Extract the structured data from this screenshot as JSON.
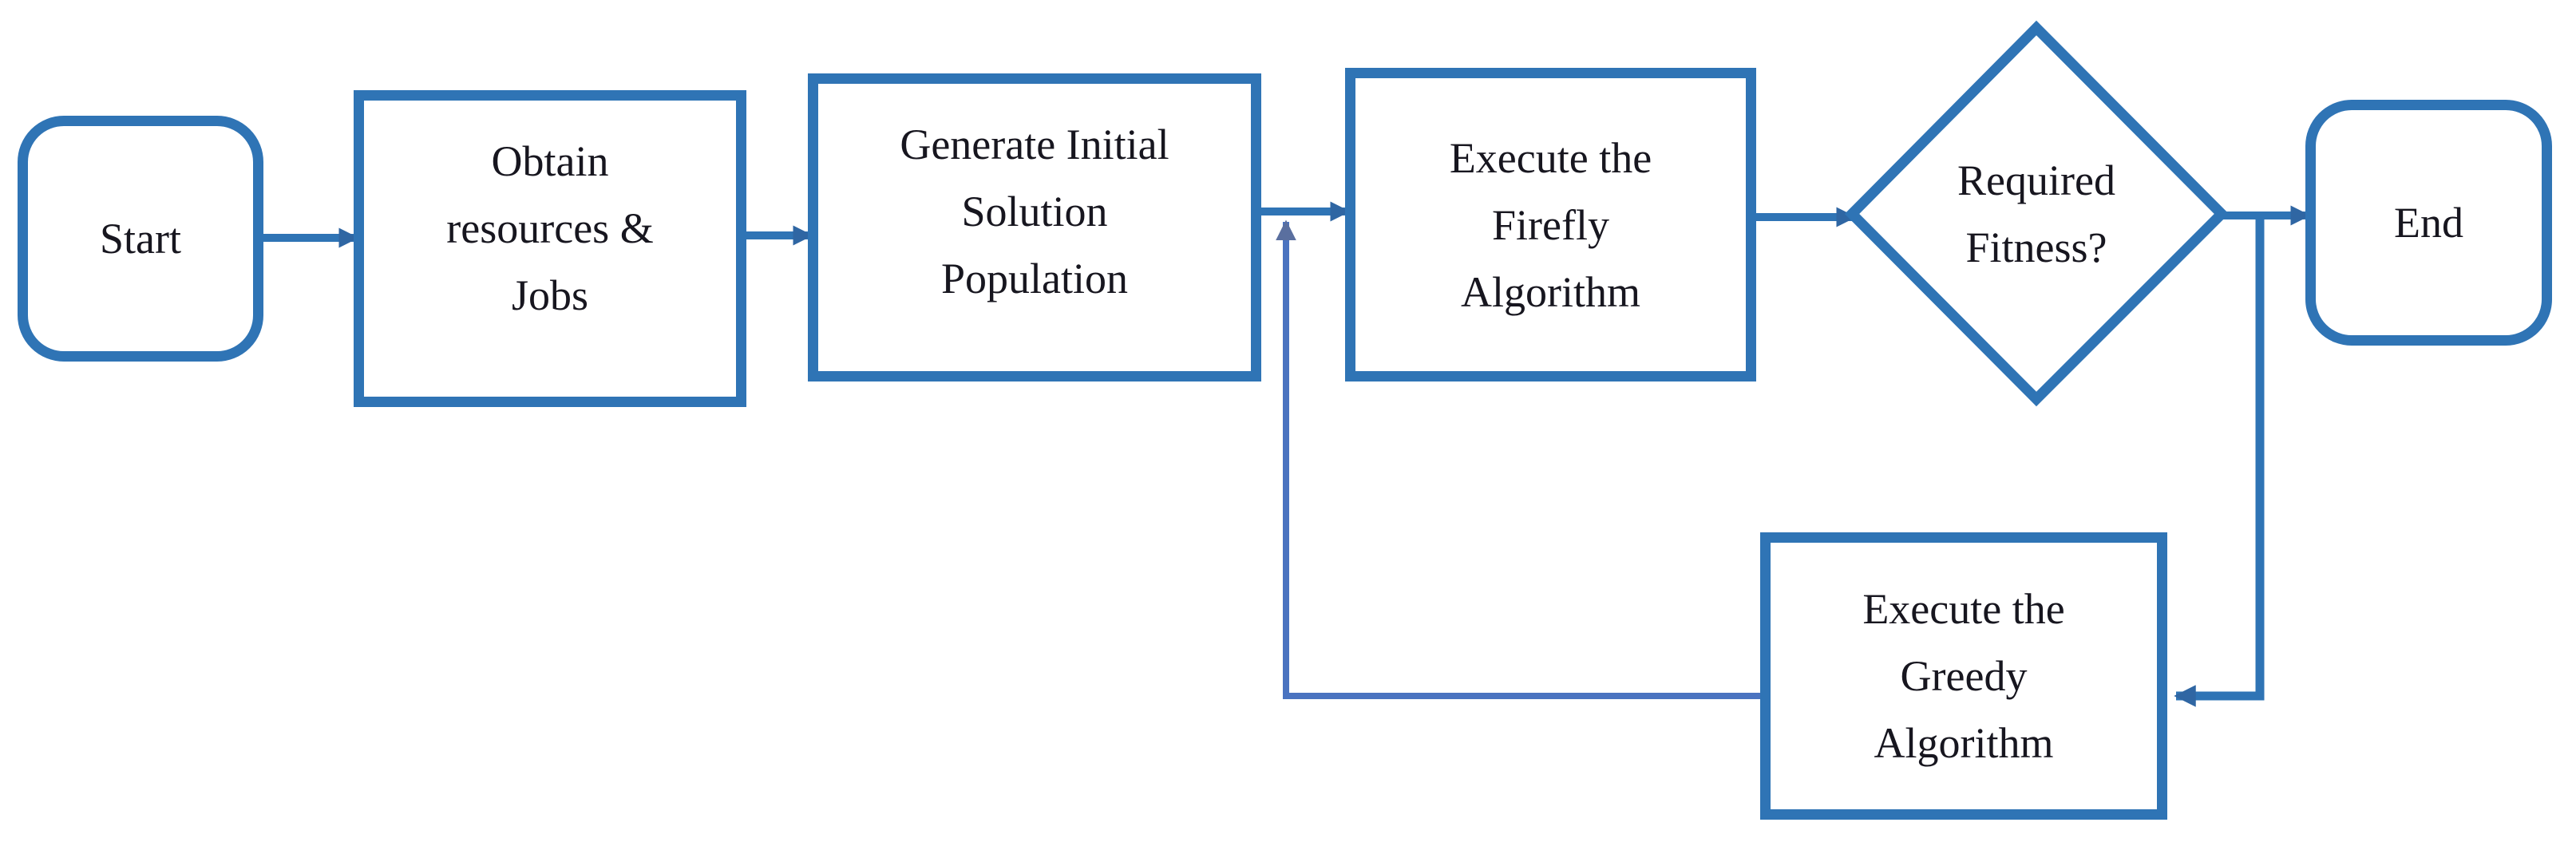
{
  "diagram": {
    "type": "flowchart",
    "nodes": {
      "start": {
        "label": "Start",
        "shape": "rounded-terminator"
      },
      "obtain": {
        "label": "Obtain\nresources &\nJobs",
        "shape": "process"
      },
      "generate": {
        "label": "Generate Initial\nSolution\nPopulation",
        "shape": "process"
      },
      "firefly": {
        "label": "Execute the\nFirefly\nAlgorithm",
        "shape": "process"
      },
      "decision": {
        "label": "Required\nFitness?",
        "shape": "decision-diamond"
      },
      "greedy": {
        "label": "Execute the\nGreedy\nAlgorithm",
        "shape": "process"
      },
      "end": {
        "label": "End",
        "shape": "rounded-terminator"
      }
    },
    "edges": [
      {
        "from": "start",
        "to": "obtain"
      },
      {
        "from": "obtain",
        "to": "generate"
      },
      {
        "from": "generate",
        "to": "firefly"
      },
      {
        "from": "firefly",
        "to": "decision"
      },
      {
        "from": "decision",
        "to": "end"
      },
      {
        "from": "decision",
        "to": "greedy",
        "route": "down-then-left into right side of greedy"
      },
      {
        "from": "greedy",
        "to": "firefly",
        "route": "left-then-up, merges into generate→firefly connector"
      }
    ],
    "colors": {
      "background": "#ffffff",
      "shape_border": "#2f74b5",
      "connector": "#2f74b5",
      "loop_connector": "#4a73c0",
      "arrowhead": "#2f66a3",
      "loop_arrowhead": "#5a6f9f",
      "text": "#17161f"
    }
  }
}
